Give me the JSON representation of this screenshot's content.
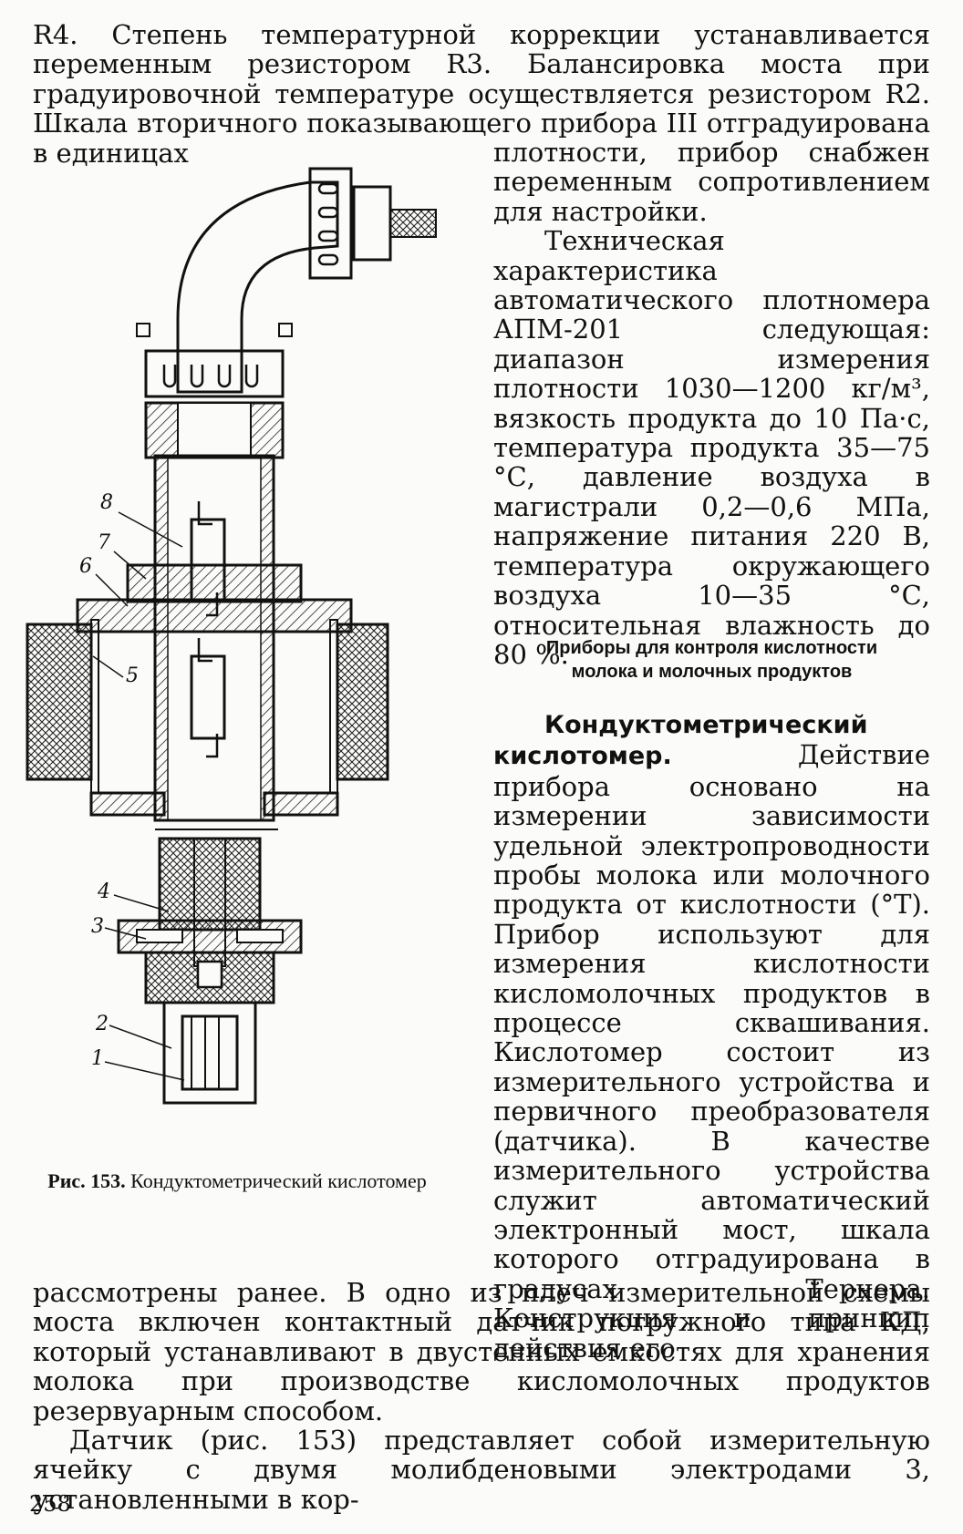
{
  "intro": {
    "p1": "R4. Степень температурной коррекции устанавливается переменным резистором R3. Балансировка моста при градуировочной температуре осуществляется резистором R2. Шкала вторичного показывающего прибора III отградуирована в единицах"
  },
  "right_top": {
    "p1": "плотности, прибор снабжен переменным сопротивлением для настройки.",
    "p2": "Техническая характеристика автоматического плотномера АПМ-201 следующая: диапазон измерения плотности 1030—1200 кг/м³, вязкость продукта до 10 Па·с, температура продукта 35—75 °С, давление воздуха в магистрали 0,2—0,6 МПа, напряжение питания 220 В, температура окружающего воздуха 10—35 °С, относительная влажность до 80 %."
  },
  "section_heading": {
    "line1": "Приборы для контроля кислотности",
    "line2": "молока и молочных продуктов"
  },
  "right_bottom": {
    "term": "Кондуктометрический кислотомер.",
    "text": " Действие прибора основано на измерении зависимости удельной электропроводности пробы молока или молочного продукта от кислотности (°Т). Прибор используют для измерения кислотности кисломолочных продуктов в процессе сквашивания. Кислотомер состоит из измерительного устройства и первичного преобразователя (датчика). В качестве измерительного устройства служит автоматический электронный мост, шкала которого отградуирована в градусах Тернера. Конструкция и принцип действия его"
  },
  "figure": {
    "labels": [
      "1",
      "2",
      "3",
      "4",
      "5",
      "6",
      "7",
      "8"
    ],
    "caption_num": "Рис. 153.",
    "caption_text": " Кондуктометрический кислотомер"
  },
  "bottom": {
    "p1": "рассмотрены ранее. В одно из плеч измерительной схемы моста включен контактный датчик погружного типа КД, который устанавливают в двустенных емкостях для хранения молока при производстве кисломолочных продуктов резервуарным способом.",
    "p2": "Датчик (рис. 153) представляет собой измерительную ячейку с двумя молибденовыми электродами 3, установленными в кор-"
  },
  "page_number": "258"
}
